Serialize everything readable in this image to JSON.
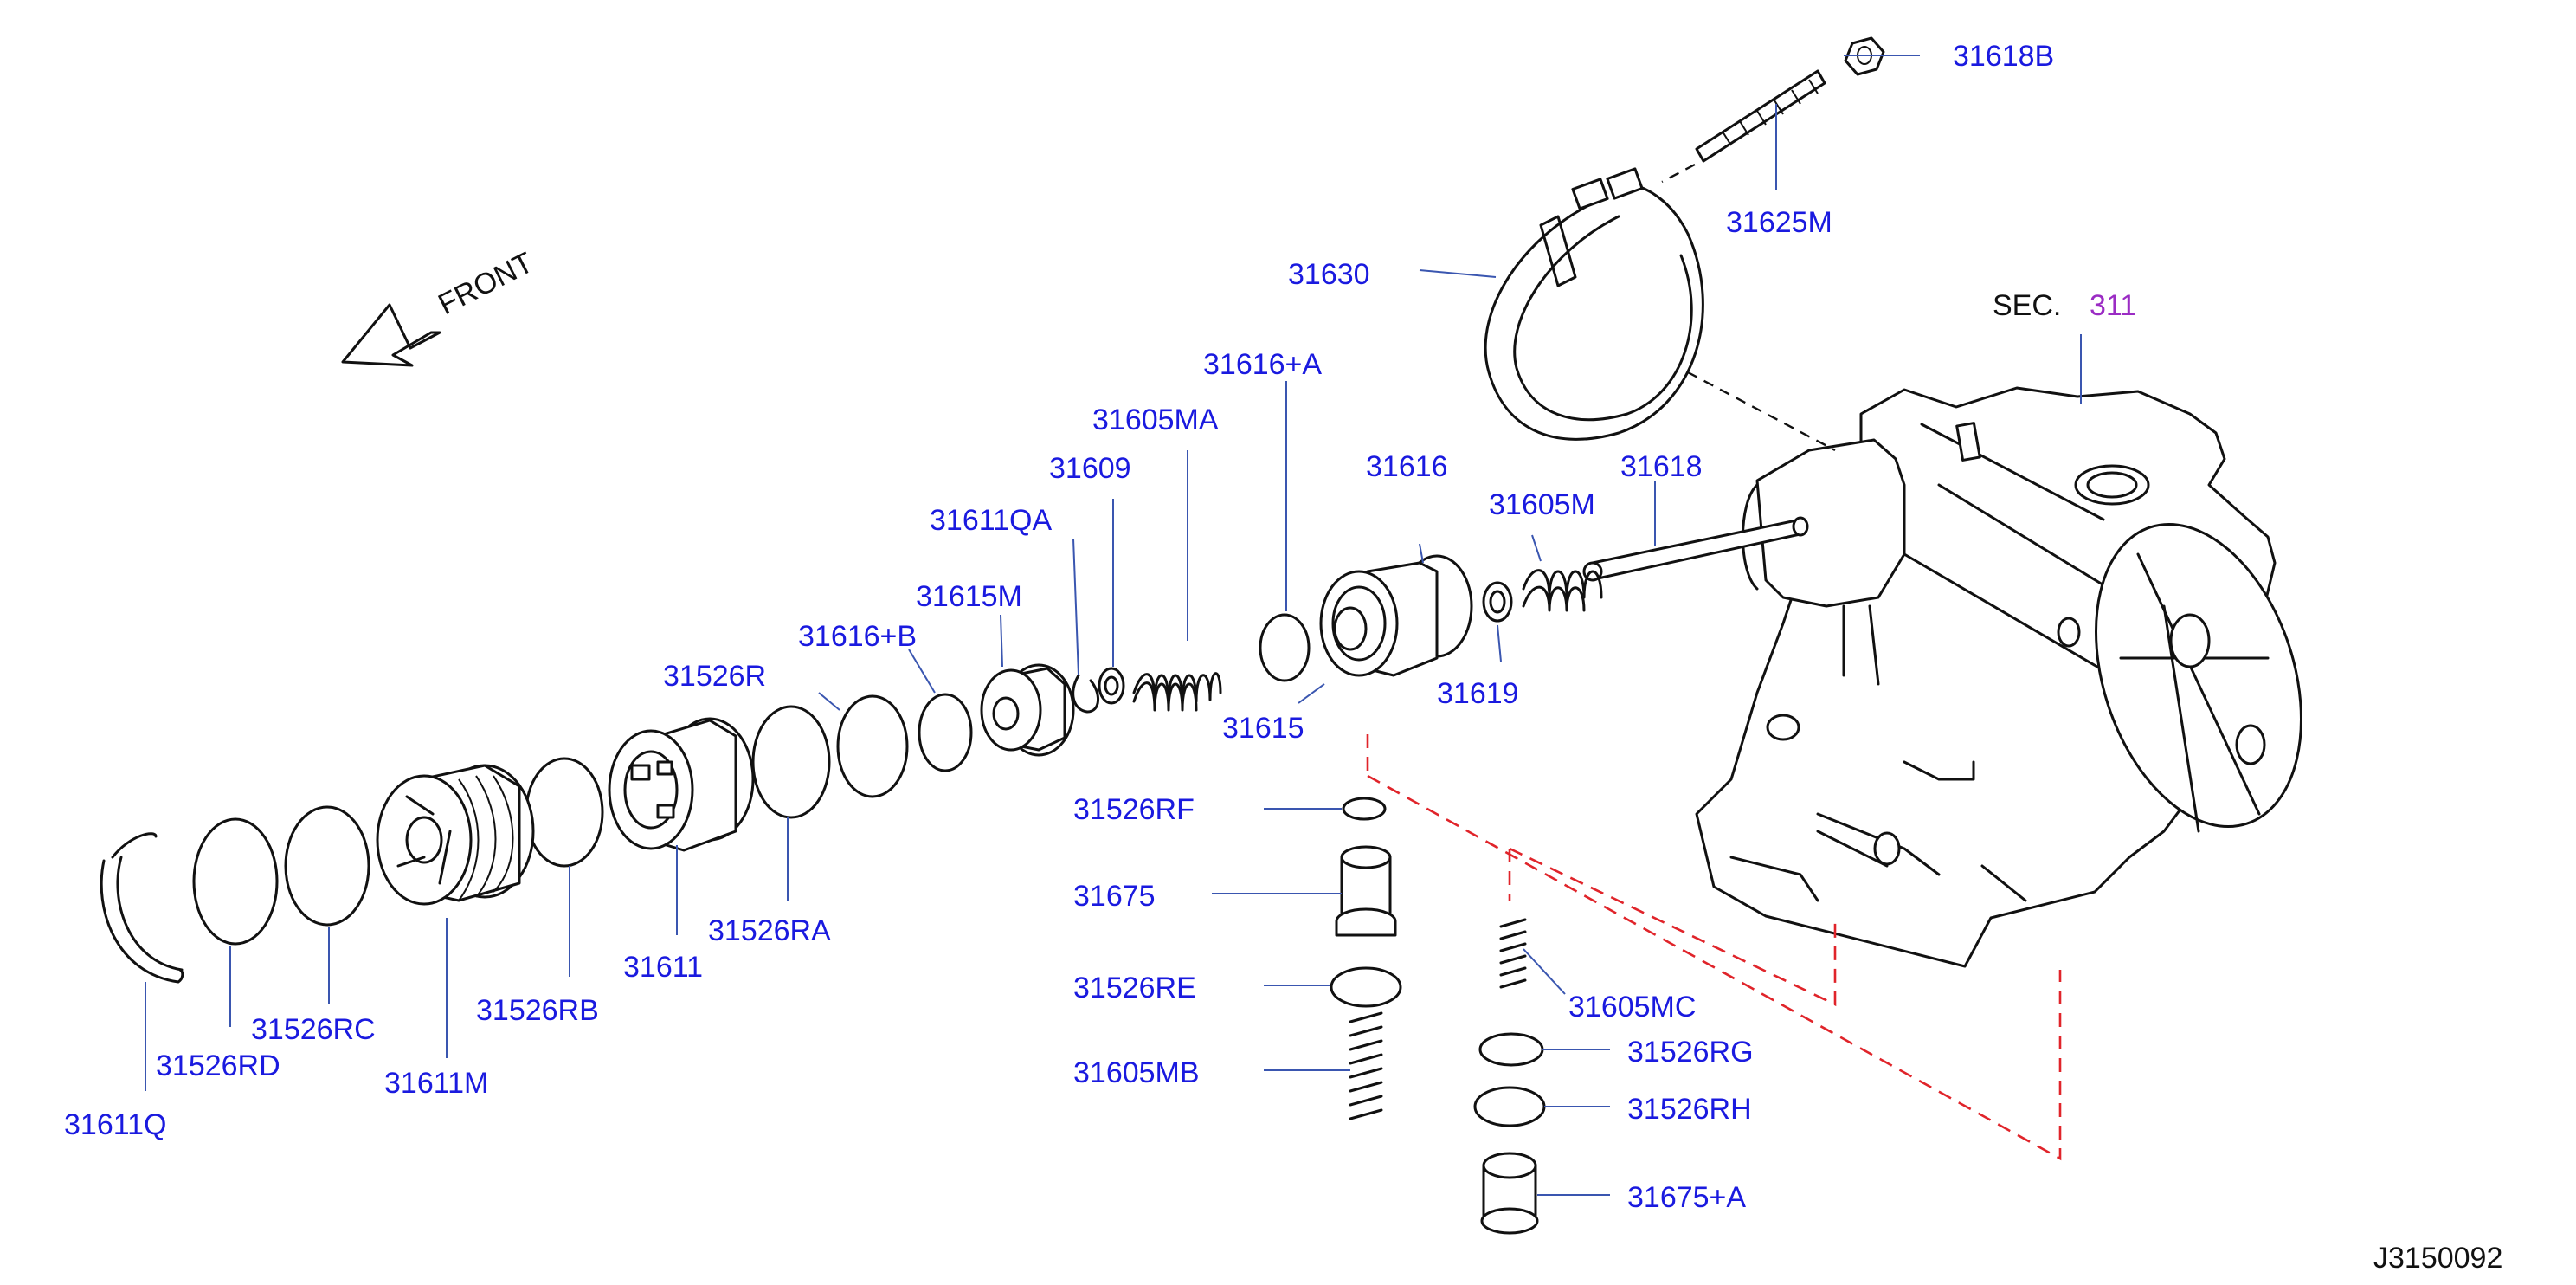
{
  "front_label": "FRONT",
  "section": {
    "prefix": "SEC.",
    "number": "311"
  },
  "diagram_code": "J3150092",
  "callouts": [
    {
      "id": "31618B",
      "text": "31618B"
    },
    {
      "id": "31625M",
      "text": "31625M"
    },
    {
      "id": "31630",
      "text": "31630"
    },
    {
      "id": "31616_A",
      "text": "31616+A"
    },
    {
      "id": "31605MA",
      "text": "31605MA"
    },
    {
      "id": "31609",
      "text": "31609"
    },
    {
      "id": "31611QA",
      "text": "31611QA"
    },
    {
      "id": "31615M",
      "text": "31615M"
    },
    {
      "id": "31616_B",
      "text": "31616+B"
    },
    {
      "id": "31526R",
      "text": "31526R"
    },
    {
      "id": "31616",
      "text": "31616"
    },
    {
      "id": "31605M",
      "text": "31605M"
    },
    {
      "id": "31618",
      "text": "31618"
    },
    {
      "id": "31619",
      "text": "31619"
    },
    {
      "id": "31615",
      "text": "31615"
    },
    {
      "id": "31526RF",
      "text": "31526RF"
    },
    {
      "id": "31675",
      "text": "31675"
    },
    {
      "id": "31526RE",
      "text": "31526RE"
    },
    {
      "id": "31605MB",
      "text": "31605MB"
    },
    {
      "id": "31605MC",
      "text": "31605MC"
    },
    {
      "id": "31526RG",
      "text": "31526RG"
    },
    {
      "id": "31526RH",
      "text": "31526RH"
    },
    {
      "id": "31675_A",
      "text": "31675+A"
    },
    {
      "id": "31526RA",
      "text": "31526RA"
    },
    {
      "id": "31611",
      "text": "31611"
    },
    {
      "id": "31526RB",
      "text": "31526RB"
    },
    {
      "id": "31526RC",
      "text": "31526RC"
    },
    {
      "id": "31526RD",
      "text": "31526RD"
    },
    {
      "id": "31611M",
      "text": "31611M"
    },
    {
      "id": "31611Q",
      "text": "31611Q"
    }
  ]
}
